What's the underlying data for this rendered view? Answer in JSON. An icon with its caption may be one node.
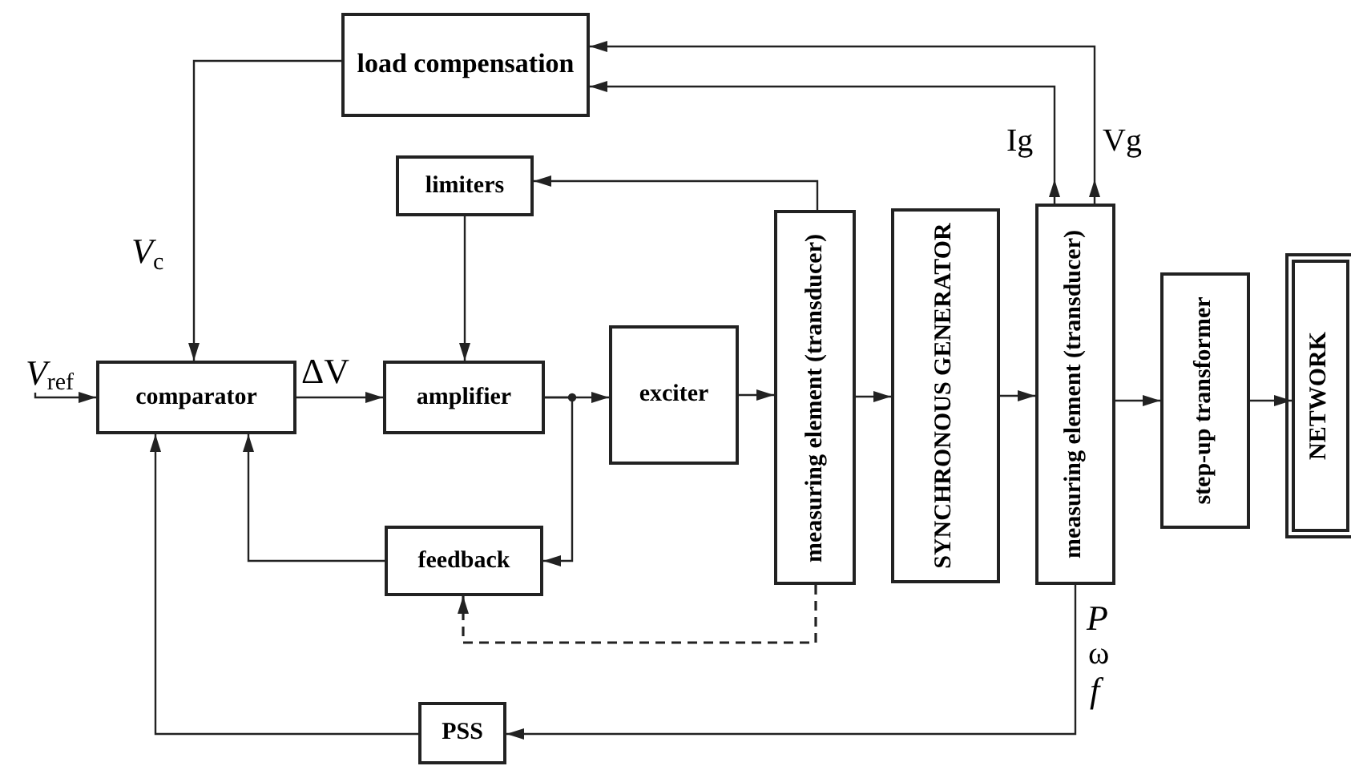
{
  "diagram": {
    "nodes": [
      {
        "text": [
          "load compensation"
        ]
      },
      {
        "text": [
          "limiters"
        ]
      },
      {
        "text": [
          "comparator"
        ]
      },
      {
        "text": [
          "amplifier"
        ]
      },
      {
        "text": [
          "exciter"
        ]
      },
      {
        "text": [
          "measuring element (transducer)"
        ]
      },
      {
        "text": [
          "SYNCHRONOUS GENERATOR"
        ]
      },
      {
        "text": [
          "measuring element (transducer)"
        ]
      },
      {
        "text": [
          "step-up transformer"
        ]
      },
      {
        "text": [
          "NETWORK"
        ]
      },
      {
        "text": [
          "feedback"
        ]
      },
      {
        "text": [
          "PSS"
        ]
      },
      {
        "text": [
          "*V*$_{ref}$"
        ]
      }
    ],
    "edges": [
      {
        "from": 12,
        "to": 2,
        "arrow": "to"
      },
      {
        "from": 0,
        "to": 2,
        "arrow": "to"
      },
      {
        "from": 2,
        "to": 3,
        "arrow": "to"
      },
      {
        "from": 1,
        "to": 3,
        "arrow": "to"
      },
      {
        "from": 3,
        "to": 4,
        "arrow": "to"
      },
      {
        "from": 3,
        "to": 10,
        "arrow": "to"
      },
      {
        "from": 10,
        "to": 2,
        "arrow": "to"
      },
      {
        "from": 4,
        "to": 5,
        "arrow": "to"
      },
      {
        "from": 5,
        "to": 1,
        "arrow": "to"
      },
      {
        "from": 5,
        "to": 10,
        "arrow": "to",
        "style": "dashed"
      },
      {
        "from": 5,
        "to": 6,
        "arrow": "to"
      },
      {
        "from": 6,
        "to": 7,
        "arrow": "to"
      },
      {
        "from": 7,
        "to": 8,
        "arrow": "to"
      },
      {
        "from": 8,
        "to": 9,
        "arrow": "to"
      },
      {
        "from": 7,
        "to": 0,
        "arrow": "to"
      },
      {
        "from": 7,
        "to": 0,
        "arrow": "to"
      },
      {
        "from": 7,
        "to": 11,
        "arrow": "to"
      },
      {
        "from": 11,
        "to": 2,
        "arrow": "to"
      }
    ],
    "labels": [
      "*V*$_{c}$",
      "ΔV",
      "Ig",
      "Vg",
      "*P*",
      "ω",
      "*f*"
    ]
  }
}
